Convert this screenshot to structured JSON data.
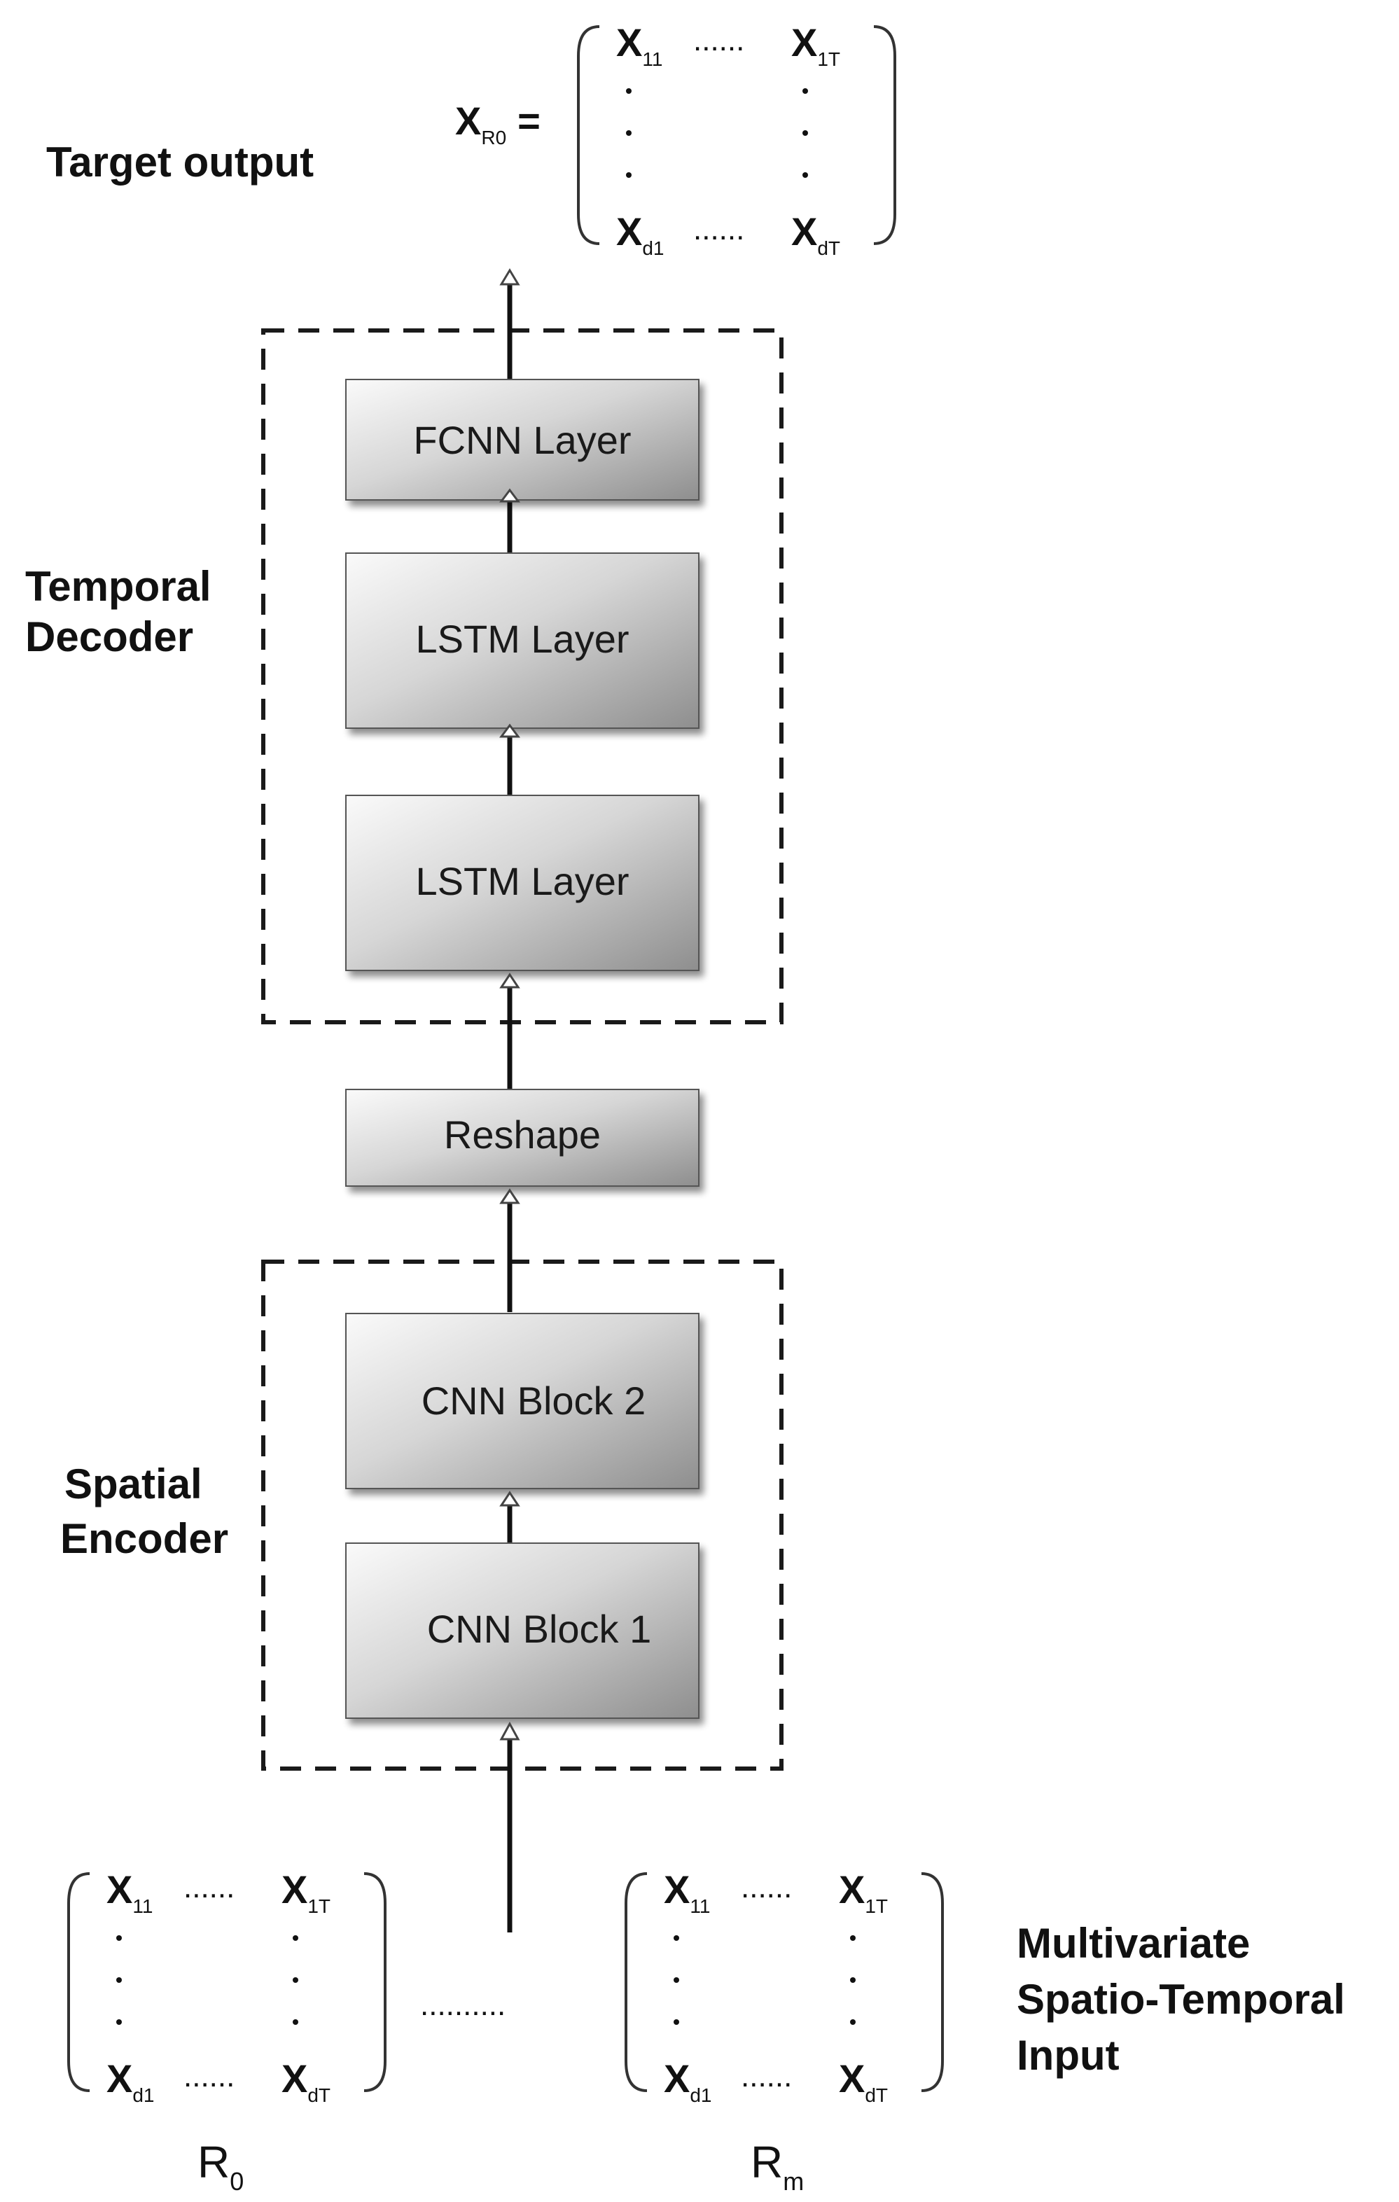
{
  "labels": {
    "target_output": "Target output",
    "temporal_decoder_line1": "Temporal",
    "temporal_decoder_line2": "Decoder",
    "spatial_encoder_line1": "Spatial",
    "spatial_encoder_line2": "Encoder",
    "input_line1": "Multivariate",
    "input_line2": "Spatio-Temporal",
    "input_line3": "Input"
  },
  "output_formula": {
    "lhs_symbol": "X",
    "lhs_subscript": "R0",
    "equals": "="
  },
  "layers": {
    "fcnn": "FCNN Layer",
    "lstm_2": "LSTM Layer",
    "lstm_1": "LSTM Layer",
    "reshape": "Reshape",
    "cnn_2": "CNN Block 2",
    "cnn_1": "CNN Block 1"
  },
  "matrix": {
    "symbol": "X",
    "top_left_sub": "11",
    "top_right_sub": "1T",
    "bottom_left_sub": "d1",
    "bottom_right_sub": "dT",
    "row_ellipsis": "......"
  },
  "inputs": {
    "first": {
      "symbol": "R",
      "subscript": "0"
    },
    "last": {
      "symbol": "R",
      "subscript": "m"
    },
    "between": ".........."
  }
}
